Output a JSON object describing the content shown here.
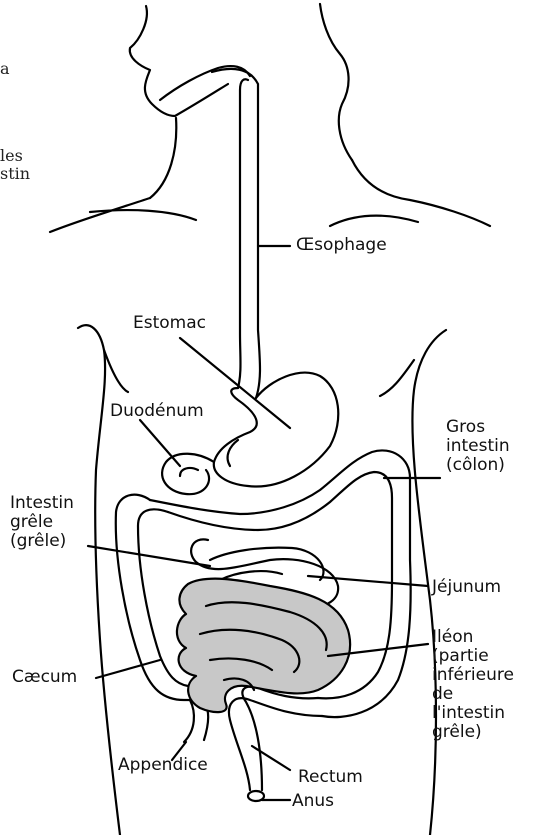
{
  "edge_text": {
    "line1": "a",
    "line2": "les",
    "line3": "stin"
  },
  "labels": {
    "oesophage": "Œsophage",
    "estomac": "Estomac",
    "duodenum": "Duodénum",
    "gros_intestin": [
      "Gros",
      "intestin",
      "(côlon)"
    ],
    "intestin_grele": [
      "Intestin",
      "grêle",
      "(grêle)"
    ],
    "jejunum": "Jéjunum",
    "ileon": [
      "Iléon",
      "(partie",
      "inférieure",
      "de",
      "l'intestin",
      "grêle)"
    ],
    "caecum": "Cæcum",
    "appendice": "Appendice",
    "rectum": "Rectum",
    "anus": "Anus"
  },
  "colors": {
    "outline": "#000000",
    "ileon_fill": "#c8c8c8",
    "background": "#ffffff"
  }
}
